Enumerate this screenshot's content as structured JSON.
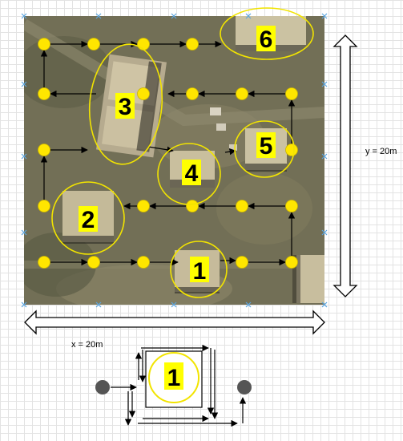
{
  "diagram": {
    "zones": [
      {
        "label": "1"
      },
      {
        "label": "2"
      },
      {
        "label": "3"
      },
      {
        "label": "4"
      },
      {
        "label": "5"
      },
      {
        "label": "6"
      }
    ],
    "dimensions": {
      "x_label": "x = 20m",
      "y_label": "y = 20m"
    },
    "detail": {
      "label": "1"
    },
    "colors": {
      "waypoint": "#ffe600",
      "waypoint_stroke": "#c9b400",
      "zone_outline": "#f2e400",
      "label_bg": "#ffff00",
      "path": "#000000",
      "ground": "#716f55",
      "grey_node": "#555555"
    }
  }
}
